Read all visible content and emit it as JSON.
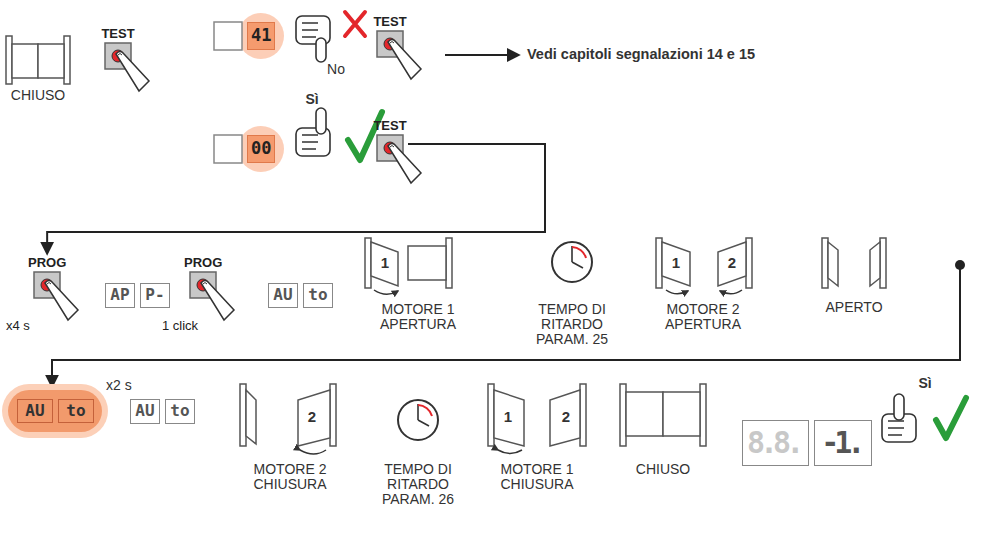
{
  "diagram": {
    "nodes": [
      {
        "text": [
          "TEST"
        ]
      },
      {
        "text": [
          "41"
        ]
      },
      {
        "text": [
          "TEST"
        ]
      },
      {
        "text": [
          "00"
        ]
      },
      {
        "text": [
          "TEST"
        ]
      },
      {
        "text": [
          "PROG",
          "x4 s"
        ]
      },
      {
        "text": [
          "AP",
          "P-"
        ]
      },
      {
        "text": [
          "PROG",
          "1 click"
        ]
      },
      {
        "text": [
          "AU",
          "to"
        ]
      },
      {
        "text": [
          "AU",
          "to"
        ]
      },
      {
        "text": [
          "AU",
          "to"
        ]
      },
      {
        "text": [
          "8.8.",
          "-1."
        ]
      }
    ],
    "edges": [
      {
        "from": 4,
        "to": 5,
        "arrow": "to"
      }
    ],
    "labels": [
      "CHIUSO",
      "No",
      "Sì",
      "Vedi capitoli segnalazioni 14 e 15",
      "1",
      "MOTORE 1 APERTURA",
      "TEMPO DI RITARDO PARAM. 25",
      "1",
      "2",
      "MOTORE 2 APERTURA",
      "APERTO",
      "x2 s",
      "2",
      "MOTORE 2 CHIUSURA",
      "TEMPO DI RITARDO PARAM. 26",
      "1",
      "2",
      "MOTORE 1 CHIUSURA",
      "CHIUSO",
      "Sì"
    ]
  }
}
